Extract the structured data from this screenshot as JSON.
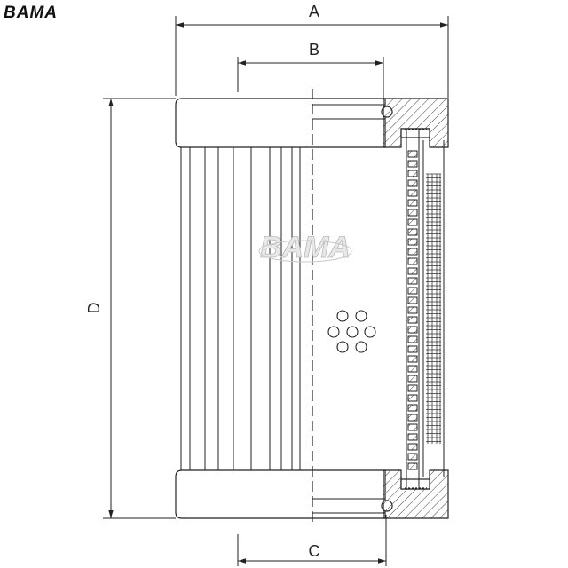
{
  "brand": {
    "logo_text": "BAMA",
    "watermark_text": "BAMA"
  },
  "dimensions": {
    "a": "A",
    "b": "B",
    "c": "C",
    "d": "D"
  },
  "colors": {
    "line": "#222222",
    "hatch": "#444444",
    "background": "#ffffff"
  },
  "icons": {
    "holes": "circle-hole-icon",
    "o_ring": "o-ring-icon"
  }
}
